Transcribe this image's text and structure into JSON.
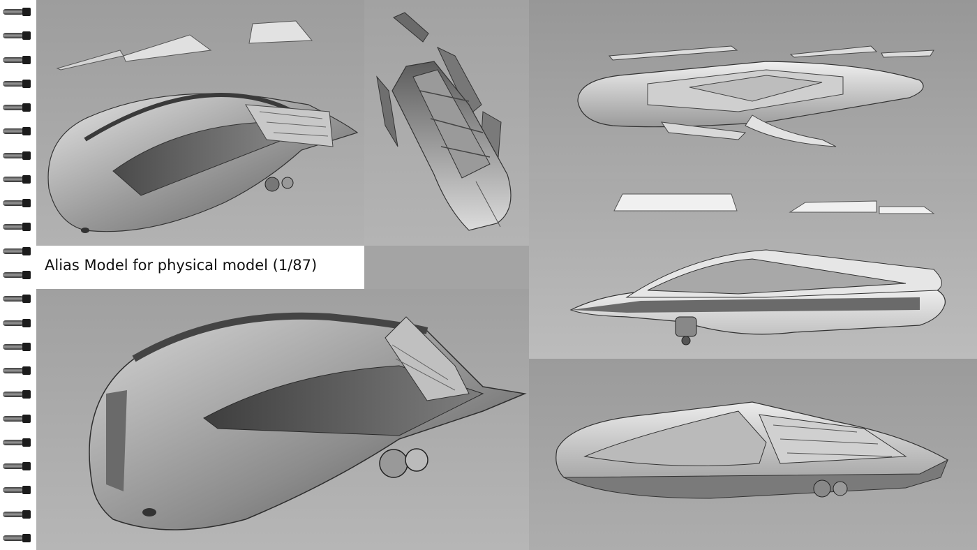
{
  "caption": {
    "text": "Alias Model for physical model (1/87)"
  },
  "binding": {
    "ring_count": 23
  },
  "renders": [
    {
      "view": "perspective-rear"
    },
    {
      "view": "exploded-top"
    },
    {
      "view": "top"
    },
    {
      "view": "side"
    },
    {
      "view": "three-quarter-side"
    },
    {
      "view": "perspective-closeup"
    }
  ],
  "colors": {
    "page": "#ffffff",
    "render_background": "#a6a6a6",
    "model_light": "#d8d8d8",
    "model_dark": "#4c4c4c"
  }
}
